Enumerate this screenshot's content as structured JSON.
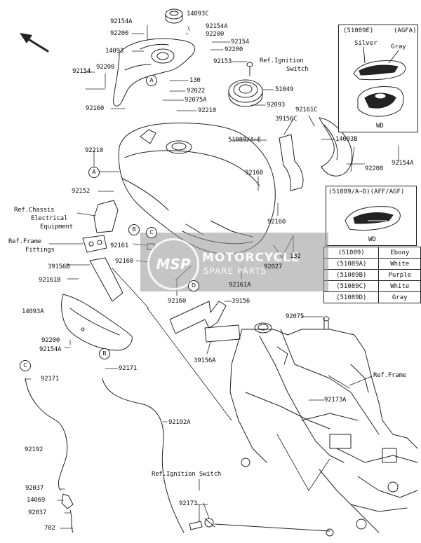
{
  "parts": {
    "p14093C": "14093C",
    "p92154A_top": "92154A",
    "p92200_top": "92200",
    "p14093": "14093",
    "p92154A_b": "92154A",
    "p92200_b": "92200",
    "p92154_r": "92154",
    "p92200_r": "92200",
    "p92153": "92153",
    "p92154_l": "92154",
    "p92200_l": "92200",
    "p130": "130",
    "p92022": "92022",
    "p92075A": "92075A",
    "p92160_a": "92160",
    "p92210_a": "92210",
    "p51049": "51049",
    "p92093": "92093",
    "p92161C": "92161C",
    "p39156C": "39156C",
    "p51089": "51089/A~E",
    "p14093B": "14093B",
    "p92210_b": "92210",
    "p92160_b": "92160",
    "p92200_c": "92200",
    "p92154A_c": "92154A",
    "p92152": "92152",
    "p92160_c": "92160",
    "p92161": "92161",
    "p132": "132",
    "p39156B": "39156B",
    "p92160_d": "92160",
    "p92027": "92027",
    "p92161B": "92161B",
    "p92161A": "92161A",
    "p92160_e": "92160",
    "p39156": "39156",
    "p14093A": "14093A",
    "p92200_d": "92200",
    "p92154A_d": "92154A",
    "p92075": "92075",
    "p39156A": "39156A",
    "p92171_a": "92171",
    "p92171_b": "92171",
    "p92192A": "92192A",
    "p92173A": "92173A",
    "p92192": "92192",
    "p92037_a": "92037",
    "p14069": "14069",
    "p92037_b": "92037",
    "p702": "702",
    "p92173": "92173"
  },
  "refs": {
    "ignition_top_1": "Ref.Ignition",
    "ignition_top_2": "Switch",
    "chassis_1": "Ref.Chassis",
    "chassis_2": "Electrical",
    "chassis_3": "Equipment",
    "frame_fit_1": "Ref.Frame",
    "frame_fit_2": "Fittings",
    "frame": "Ref.Frame",
    "ignition_bottom": "Ref.Ignition Switch"
  },
  "callouts": {
    "A1": "A",
    "A2": "A",
    "B1": "B",
    "B2": "B",
    "C1": "C",
    "C2": "C",
    "D1": "D"
  },
  "inset_top": {
    "code": "(51089E)",
    "variant": "(AGFA)",
    "silver": "Silver",
    "gray": "Gray",
    "caption": "WD"
  },
  "inset_mid": {
    "title": "(51089/A~D)(AFF/AGF)",
    "caption": "WD"
  },
  "color_table": [
    {
      "part": "(51089)",
      "color": "Ebony"
    },
    {
      "part": "(51089A)",
      "color": "White"
    },
    {
      "part": "(51089B)",
      "color": "Purple"
    },
    {
      "part": "(51089C)",
      "color": "White"
    },
    {
      "part": "(51089D)",
      "color": "Gray"
    }
  ],
  "watermark": {
    "logo": "MSP",
    "line1": "MOTORCYCLE",
    "line2": "SPARE PARTS"
  }
}
